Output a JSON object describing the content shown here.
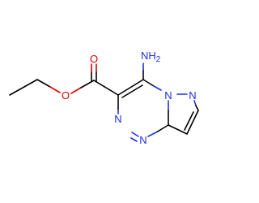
{
  "colors": {
    "bond": "#000000",
    "oxygen": "#e00000",
    "nitrogen": "#1f2fe0"
  },
  "atoms": {
    "carbonyl_o": "O",
    "ester_o": "O",
    "amino": {
      "main": "NH",
      "sub": "2"
    },
    "n_bridge": "N",
    "n_pyrazole": "N",
    "n_triazine_a": "N",
    "n_triazine_b": "N"
  }
}
